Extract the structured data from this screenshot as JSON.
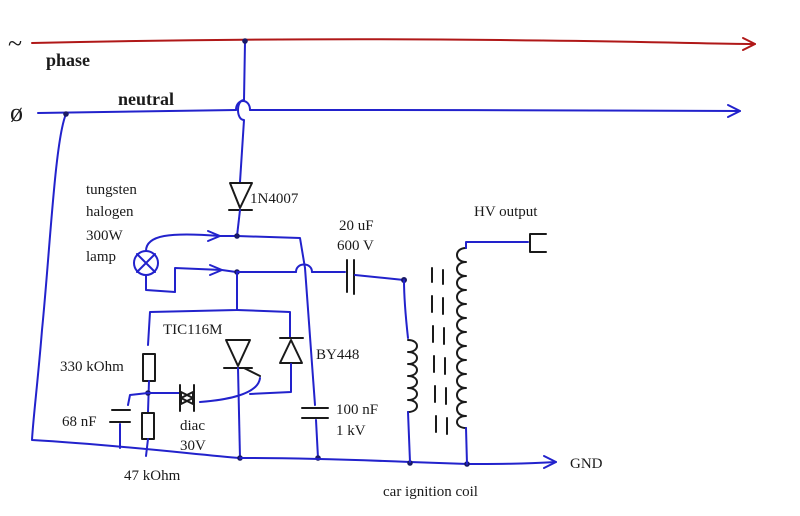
{
  "colors": {
    "phase_wire": "#b01818",
    "circuit_wire": "#2222cc",
    "ink": "#1a1a1a"
  },
  "symbols": {
    "phase": "~",
    "neutral": "ø"
  },
  "labels": {
    "phase": "phase",
    "neutral": "neutral",
    "rectifier": "1N4007",
    "lamp_line1": "tungsten",
    "lamp_line2": "halogen",
    "lamp_line3": "300W",
    "lamp_line4": "lamp",
    "cap_main_line1": "20 uF",
    "cap_main_line2": "600 V",
    "hv_output": "HV output",
    "thyristor": "TIC116M",
    "diode_fast": "BY448",
    "resistor_upper": "330 kOhm",
    "cap_trigger": "68 nF",
    "diac_line1": "diac",
    "diac_line2": "30V",
    "cap_snubber_line1": "100 nF",
    "cap_snubber_line2": "1 kV",
    "resistor_lower": "47 kOhm",
    "ignition_coil": "car ignition coil",
    "ground": "GND"
  }
}
